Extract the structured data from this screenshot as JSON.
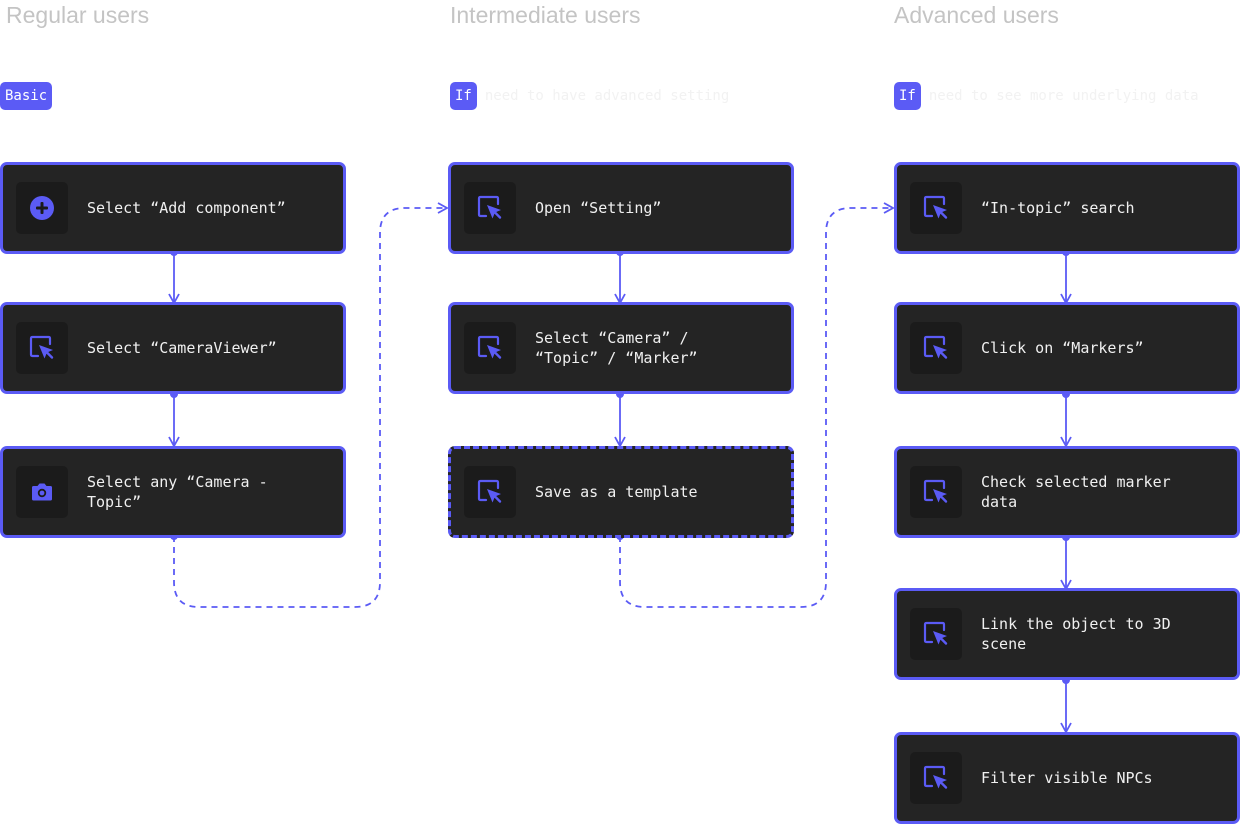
{
  "colors": {
    "accent": "#5b5bf5",
    "node_bg": "#242424",
    "icon_bg": "#1b1b1b",
    "title": "#c4c4c4"
  },
  "columns": [
    {
      "title": "Regular users",
      "tag": "Basic",
      "condition": "",
      "steps": [
        {
          "label": "Select “Add component”",
          "icon": "plus-circle-icon"
        },
        {
          "label": "Select “CameraViewer”",
          "icon": "cursor-click-icon"
        },
        {
          "label": "Select any “Camera -\nTopic”",
          "icon": "camera-icon"
        }
      ]
    },
    {
      "title": "Intermediate users",
      "tag": "If",
      "condition": "need to have advanced setting",
      "steps": [
        {
          "label": "Open “Setting”",
          "icon": "cursor-click-icon"
        },
        {
          "label": "Select “Camera” /\n“Topic” / “Marker”",
          "icon": "cursor-click-icon"
        },
        {
          "label": "Save as a template",
          "icon": "cursor-click-icon",
          "dashed": true
        }
      ]
    },
    {
      "title": "Advanced users",
      "tag": "If",
      "condition": "need to see more underlying data",
      "steps": [
        {
          "label": "“In-topic” search",
          "icon": "cursor-click-icon"
        },
        {
          "label": "Click on “Markers”",
          "icon": "cursor-click-icon"
        },
        {
          "label": "Check selected marker\ndata",
          "icon": "cursor-click-icon"
        },
        {
          "label": "Link the object to 3D\nscene",
          "icon": "cursor-click-icon"
        },
        {
          "label": "Filter visible NPCs",
          "icon": "cursor-click-icon"
        }
      ]
    }
  ]
}
